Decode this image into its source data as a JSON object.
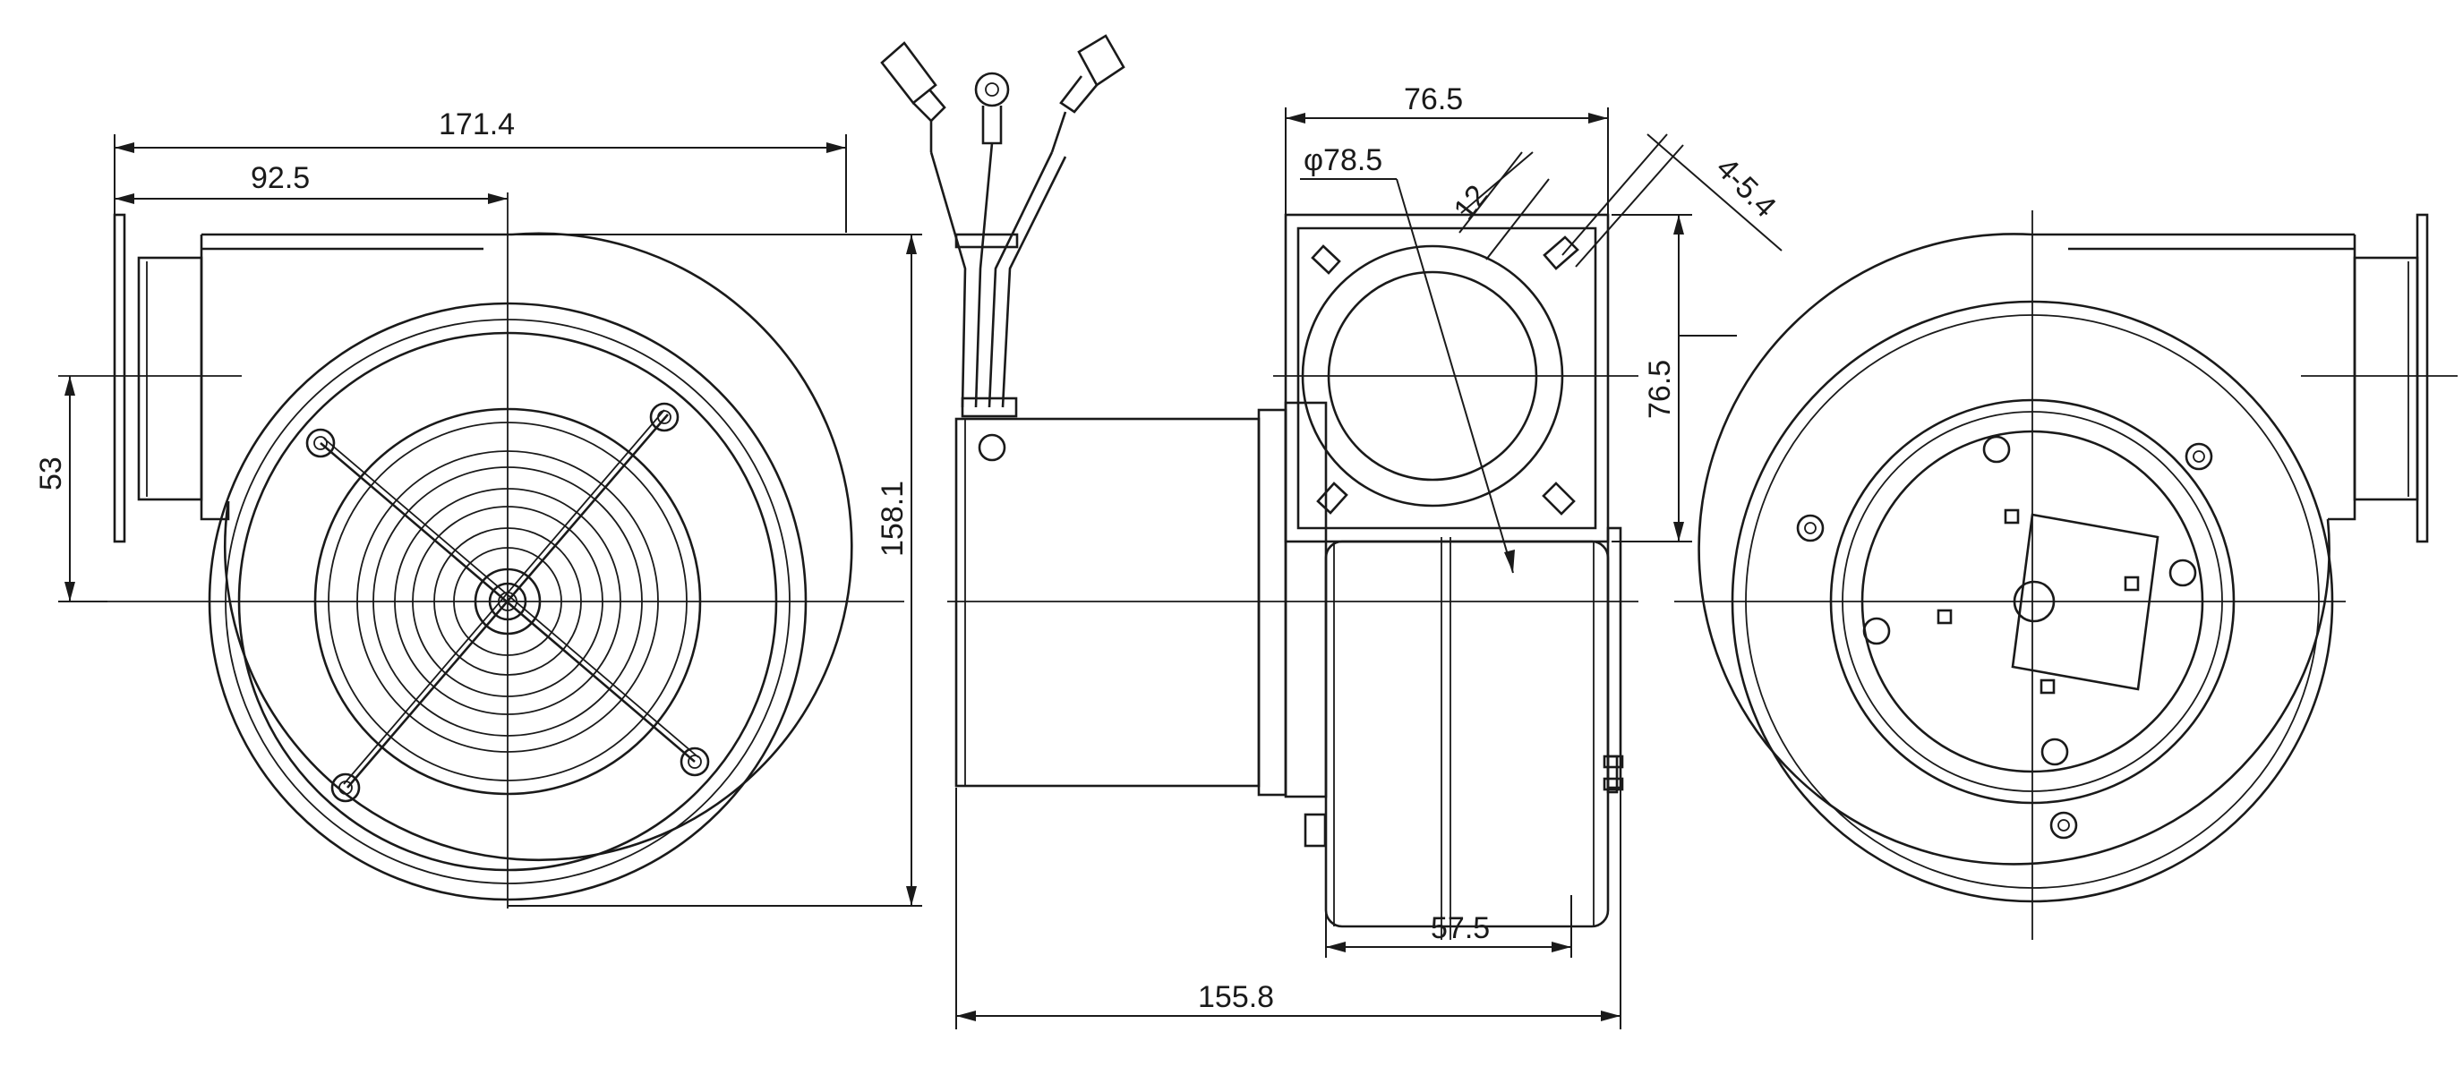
{
  "dimensions": {
    "overall_width": "171.4",
    "inlet_offset": "92.5",
    "outlet_height": "53",
    "overall_height": "158.1",
    "flange_width": "76.5",
    "flange_height": "76.5",
    "flange_bore": "φ78.5",
    "slot_length": "12",
    "mount_holes": "4-5.4",
    "housing_depth": "57.5",
    "overall_depth": "155.8"
  },
  "colors": {
    "line": "#1a1a1a",
    "background": "#ffffff"
  }
}
